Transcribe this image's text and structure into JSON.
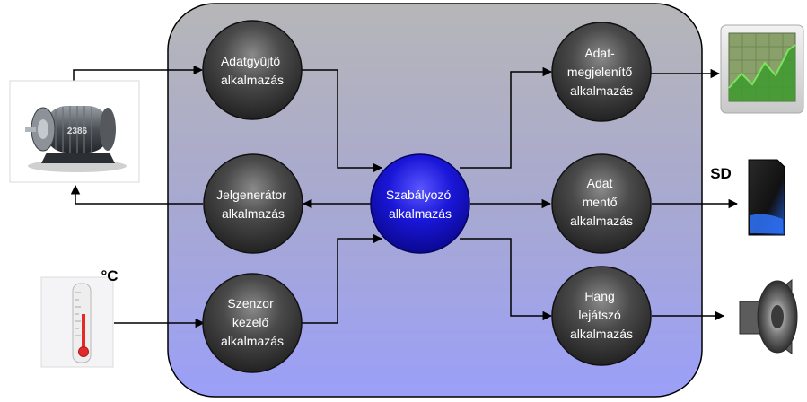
{
  "nodes": {
    "adatgyujto": {
      "lines": [
        "Adatgyűjtő",
        "alkalmazás"
      ]
    },
    "jelgenerator": {
      "lines": [
        "Jelgenerátor",
        "alkalmazás"
      ]
    },
    "szenzor": {
      "lines": [
        "Szenzor",
        "kezelő",
        "alkalmazás"
      ]
    },
    "szabalyozo": {
      "lines": [
        "Szabályozó",
        "alkalmazás"
      ]
    },
    "megjelenito": {
      "lines": [
        "Adat-",
        "megjelenítő",
        "alkalmazás"
      ]
    },
    "mento": {
      "lines": [
        "Adat",
        "mentő",
        "alkalmazás"
      ]
    },
    "lejatszo": {
      "lines": [
        "Hang",
        "lejátszó",
        "alkalmazás"
      ]
    }
  },
  "devices": {
    "motor_badge": "2386",
    "sd_label": "SD",
    "temperature_unit": "°C"
  },
  "colors": {
    "container_top": "#b4b4b8",
    "container_bottom": "#9a9ef7",
    "node_dark": "#3c3c3c",
    "node_center": "#1512c8",
    "arrow": "#000000"
  }
}
